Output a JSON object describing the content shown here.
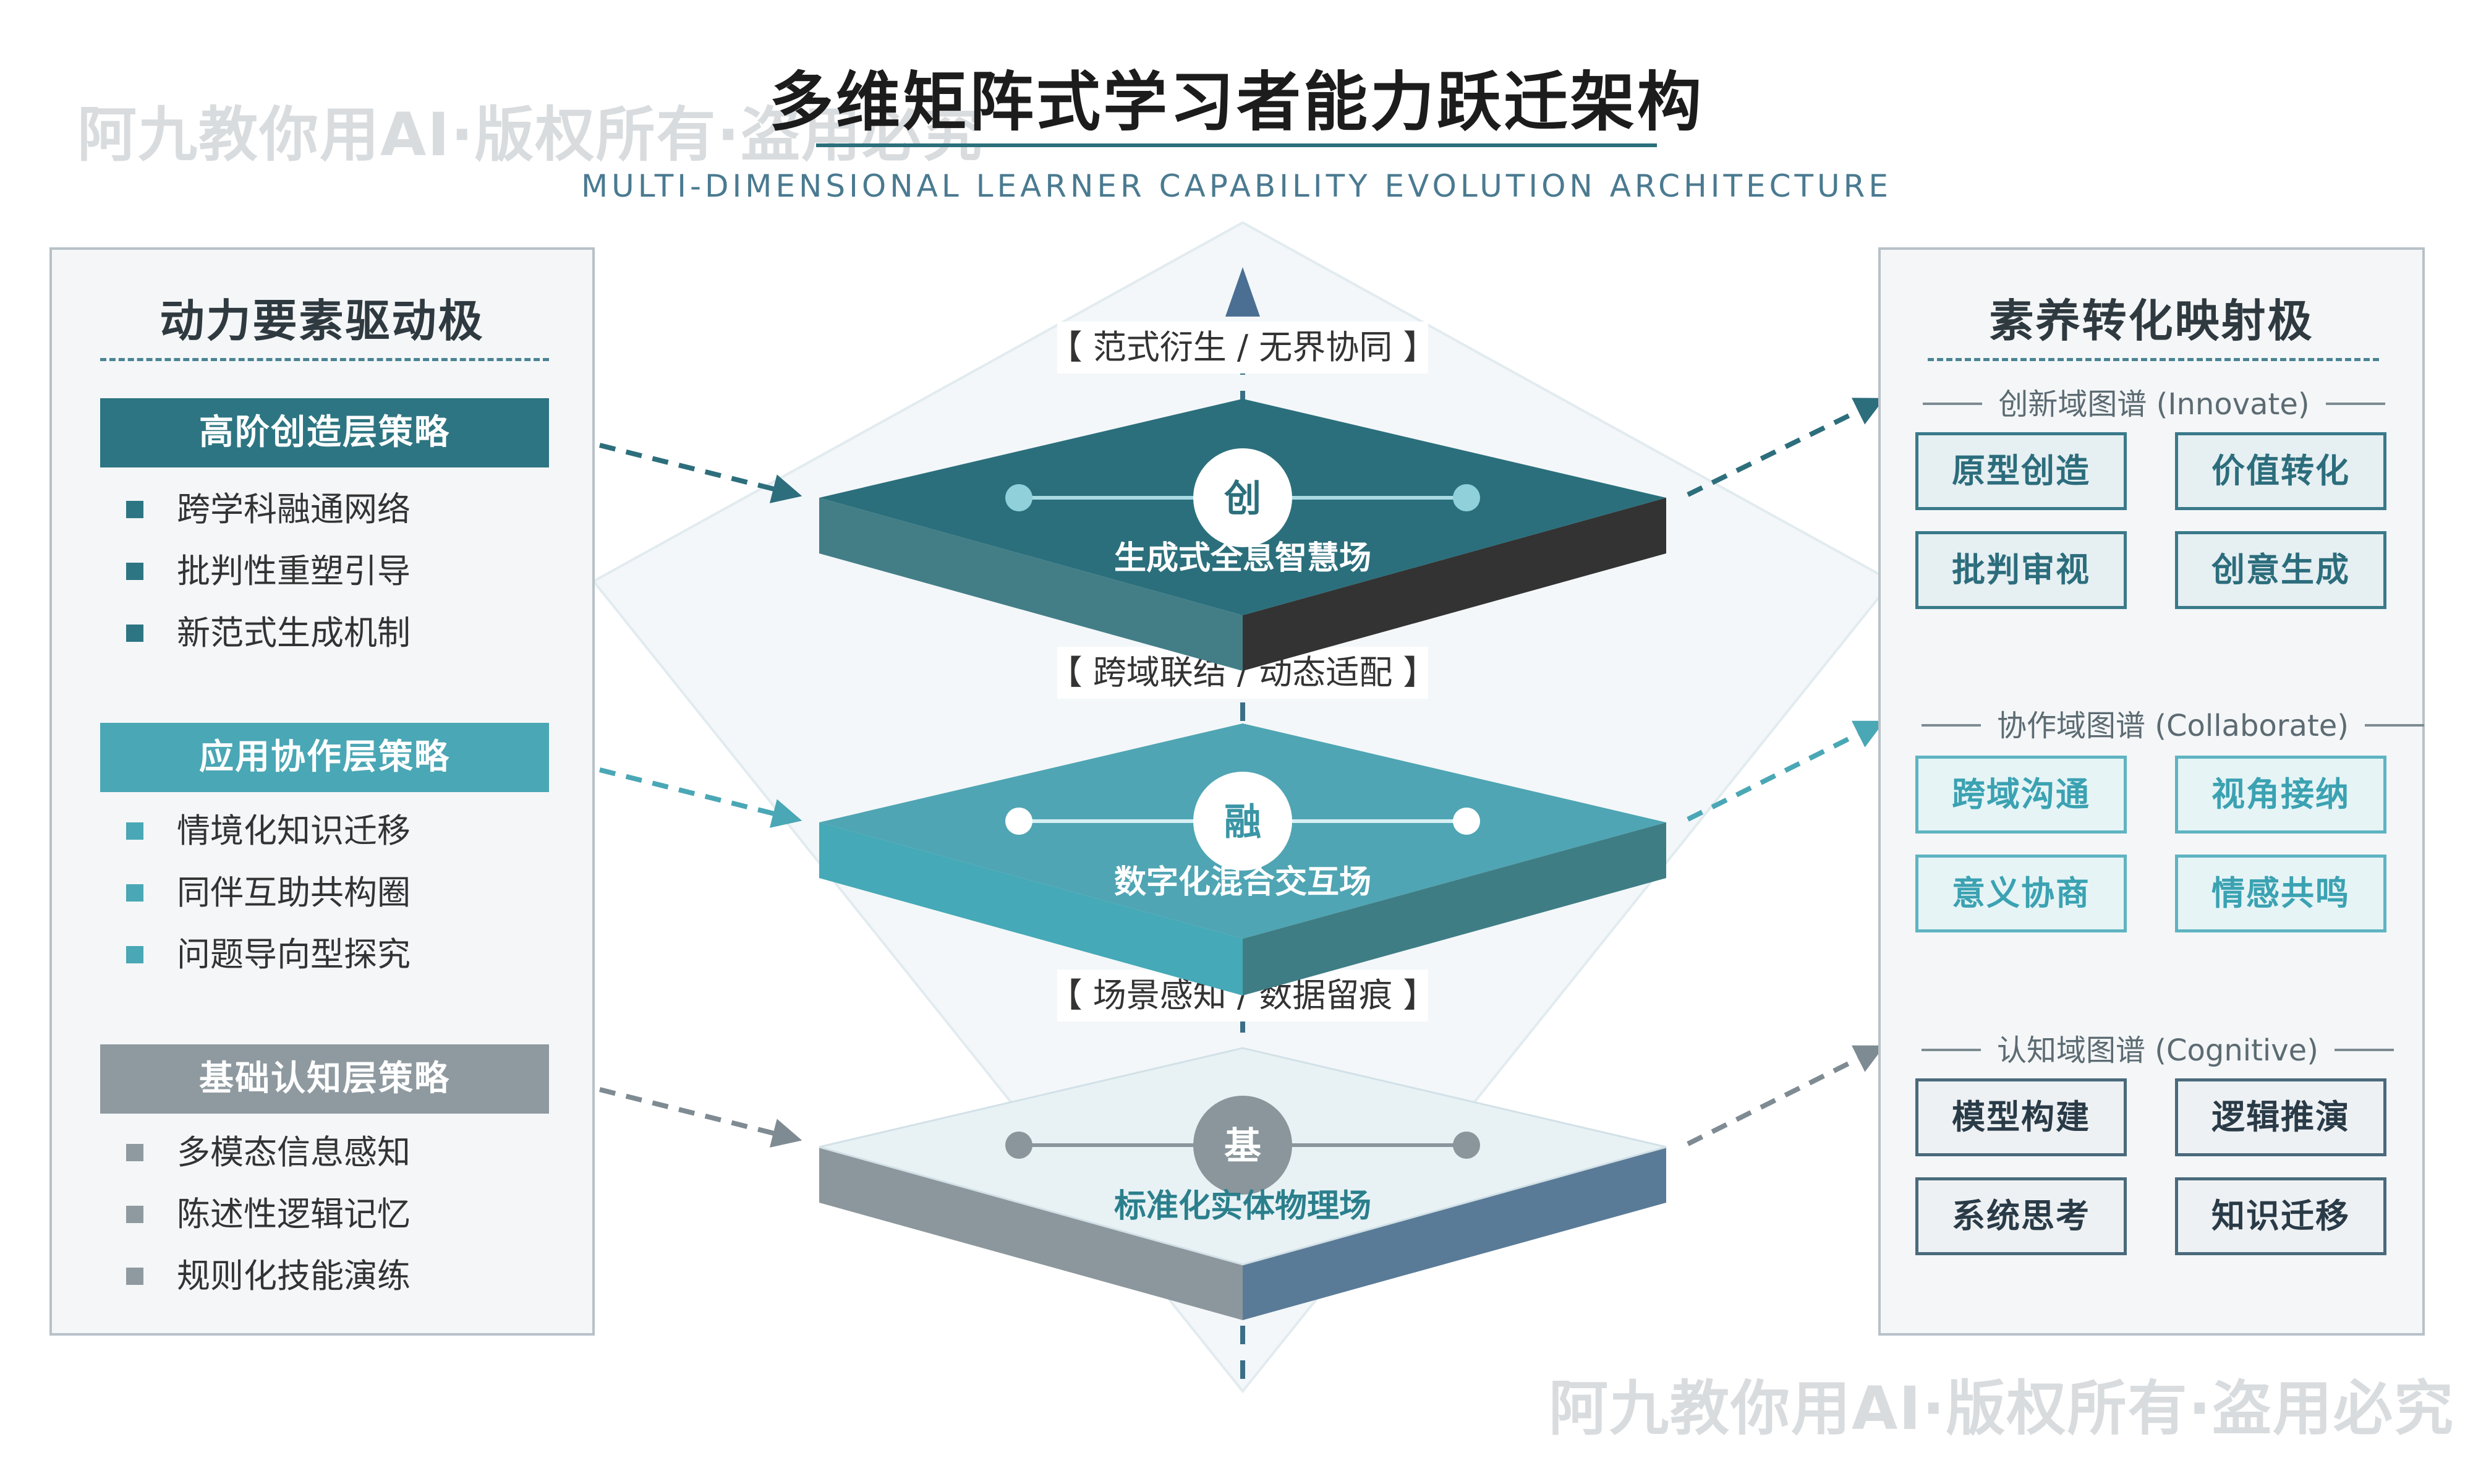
{
  "watermark": "阿九教你用AI·版权所有·盗用必究",
  "title": "多维矩阵式学习者能力跃迁架构",
  "subtitle": "MULTI-DIMENSIONAL LEARNER CAPABILITY EVOLUTION ARCHITECTURE",
  "left_panel": {
    "title": "动力要素驱动极",
    "groups": [
      {
        "heading": "高阶创造层策略",
        "color": "#2d7582",
        "items": [
          "跨学科融通网络",
          "批判性重塑引导",
          "新范式生成机制"
        ]
      },
      {
        "heading": "应用协作层策略",
        "color": "#4aa7b5",
        "items": [
          "情境化知识迁移",
          "同伴互助共构圈",
          "问题导向型探究"
        ]
      },
      {
        "heading": "基础认知层策略",
        "color": "#8f9aa0",
        "items": [
          "多模态信息感知",
          "陈述性逻辑记忆",
          "规则化技能演练"
        ]
      }
    ]
  },
  "center": {
    "layers": [
      {
        "badge": "创",
        "field": "生成式全息智慧场",
        "top_color": "#2b6f7c",
        "left_color": "#437e87",
        "right_color": "#333333"
      },
      {
        "badge": "融",
        "field": "数字化混合交互场",
        "top_color": "#4fa5b3",
        "left_color": "#45a9b7",
        "right_color": "#3f7d85"
      },
      {
        "badge": "基",
        "field": "标准化实体物理场",
        "top_color": "#e8f2f5",
        "left_color": "#8c979d",
        "right_color": "#5a7b97"
      }
    ],
    "connectors": [
      "【 范式衍生 / 无界协同 】",
      "【 跨域联结 / 动态适配 】",
      "【 场景感知 / 数据留痕 】"
    ]
  },
  "right_panel": {
    "title": "素养转化映射极",
    "domains": [
      {
        "heading": "创新域图谱 (Innovate)",
        "style": "innovate",
        "boxes": [
          "原型创造",
          "价值转化",
          "批判审视",
          "创意生成"
        ]
      },
      {
        "heading": "协作域图谱 (Collaborate)",
        "style": "collab",
        "boxes": [
          "跨域沟通",
          "视角接纳",
          "意义协商",
          "情感共鸣"
        ]
      },
      {
        "heading": "认知域图谱 (Cognitive)",
        "style": "cog",
        "boxes": [
          "模型构建",
          "逻辑推演",
          "系统思考",
          "知识迁移"
        ]
      }
    ]
  }
}
